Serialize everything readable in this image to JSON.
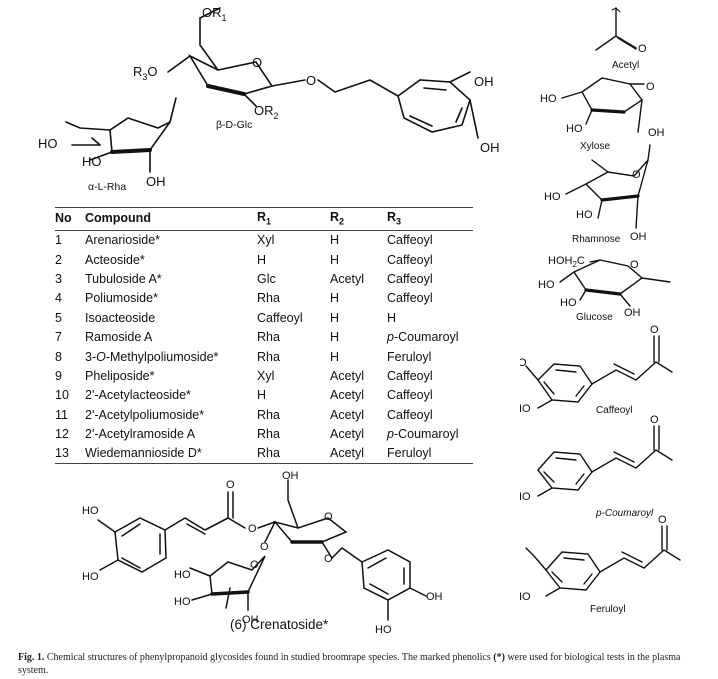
{
  "main_structure": {
    "substituents": {
      "or1": "OR",
      "or1_sub": "1",
      "r3o": "R",
      "r3o_sub": "3",
      "r3o_o": "O",
      "or2": "OR",
      "or2_sub": "2"
    },
    "ring_o": "O",
    "bridge_o": "O",
    "catechol": {
      "oh_top": "OH",
      "oh_bottom": "OH"
    },
    "glc_label": "β-D-Glc",
    "rha": {
      "ho": "HO",
      "ho2": "HO",
      "oh": "OH",
      "label": "α-L-Rha"
    }
  },
  "table": {
    "headers": {
      "no": "No",
      "compound": "Compound",
      "r1": "R",
      "r1_sub": "1",
      "r2": "R",
      "r2_sub": "2",
      "r3": "R",
      "r3_sub": "3"
    },
    "rows": [
      {
        "no": "1",
        "name": "Arenarioside*",
        "r1": "Xyl",
        "r2": "H",
        "r3": "Caffeoyl"
      },
      {
        "no": "2",
        "name": "Acteoside*",
        "r1": "H",
        "r2": "H",
        "r3": "Caffeoyl"
      },
      {
        "no": "3",
        "name": "Tubuloside A*",
        "r1": "Glc",
        "r2": "Acetyl",
        "r3": "Caffeoyl"
      },
      {
        "no": "4",
        "name": "Poliumoside*",
        "r1": "Rha",
        "r2": "H",
        "r3": "Caffeoyl"
      },
      {
        "no": "5",
        "name": "Isoacteoside",
        "r1": "Caffeoyl",
        "r2": "H",
        "r3": "H"
      },
      {
        "no": "7",
        "name": "Ramoside A",
        "r1": "Rha",
        "r2": "H",
        "r3": "p-Coumaroyl"
      },
      {
        "no": "8",
        "name": "3-O-Methylpoliumoside*",
        "r1": "Rha",
        "r2": "H",
        "r3": "Feruloyl"
      },
      {
        "no": "9",
        "name": "Pheliposide*",
        "r1": "Xyl",
        "r2": "Acetyl",
        "r3": "Caffeoyl"
      },
      {
        "no": "10",
        "name": "2'-Acetylacteoside*",
        "r1": "H",
        "r2": "Acetyl",
        "r3": "Caffeoyl"
      },
      {
        "no": "11",
        "name": "2'-Acetylpoliumoside*",
        "r1": "Rha",
        "r2": "Acetyl",
        "r3": "Caffeoyl"
      },
      {
        "no": "12",
        "name": "2'-Acetylramoside A",
        "r1": "Rha",
        "r2": "Acetyl",
        "r3": "p-Coumaroyl"
      },
      {
        "no": "13",
        "name": "Wiedemannioside D*",
        "r1": "Rha",
        "r2": "Acetyl",
        "r3": "Feruloyl"
      }
    ]
  },
  "crenatoside": {
    "ho1": "HO",
    "ho2": "HO",
    "carbonyl_o": "O",
    "ester_o": "O",
    "oh_ch2": "OH",
    "ring_o": "O",
    "glc_o": "O",
    "glc_o2": "O",
    "rha_o": "O",
    "rha_ho": "HO",
    "rha_ho2": "HO",
    "rha_oh": "OH",
    "cat_oh": "OH",
    "cat_ho": "HO",
    "label": "(6) Crenatoside*"
  },
  "right_groups": {
    "acetyl": {
      "o": "O",
      "label": "Acetyl"
    },
    "xylose": {
      "ho": "HO",
      "ho2": "HO",
      "oh": "OH",
      "o": "O",
      "label": "Xylose"
    },
    "rhamnose": {
      "ho": "HO",
      "ho2": "HO",
      "oh": "OH",
      "o": "O",
      "label": "Rhamnose"
    },
    "glucose": {
      "hoh2c": "HOH",
      "hoh2c_sub": "2",
      "hoh2c_c": "C",
      "ho": "HO",
      "ho2": "HO",
      "oh": "OH",
      "o": "O",
      "label": "Glucose"
    },
    "caffeoyl": {
      "ho": "HO",
      "ho2": "HO",
      "o": "O",
      "label": "Caffeoyl"
    },
    "coumaroyl": {
      "ho": "HO",
      "o": "O",
      "label": "p-Coumaroyl"
    },
    "feruloyl": {
      "ho": "HO",
      "o": "O",
      "label": "Feruloyl"
    }
  },
  "caption": {
    "fig": "Fig. 1.",
    "text": " Chemical structures of phenylpropanoid glycosides found in studied broomrape species. The marked phenolics ",
    "mark": "(*)",
    "text2": " were used for biological tests in the plasma system."
  }
}
